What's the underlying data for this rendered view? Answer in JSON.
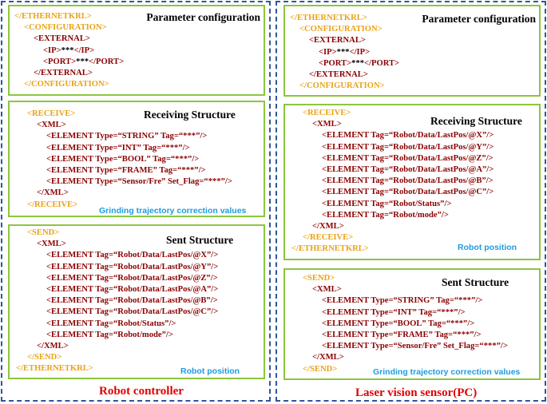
{
  "left": {
    "caption": "Robot controller",
    "param": {
      "title": "Parameter configuration",
      "lines": [
        [
          {
            "t": "</",
            "c": "o"
          },
          {
            "t": "ETHERNETKRL",
            "c": "o"
          },
          {
            "t": ">",
            "c": "o"
          }
        ],
        [
          {
            "t": "<CONFIGURATION>",
            "c": "o"
          }
        ],
        [
          {
            "t": "<EXTERNAL>",
            "c": "r"
          }
        ],
        [
          {
            "t": "<IP>",
            "c": "r"
          },
          {
            "t": "***",
            "c": "k"
          },
          {
            "t": "</IP>",
            "c": "r"
          }
        ],
        [
          {
            "t": "<PORT>",
            "c": "r"
          },
          {
            "t": "***",
            "c": "k"
          },
          {
            "t": "</PORT>",
            "c": "r"
          }
        ],
        [
          {
            "t": "</EXTERNAL>",
            "c": "r"
          }
        ],
        [
          {
            "t": "</CONFIGURATION>",
            "c": "o"
          }
        ]
      ]
    },
    "receive": {
      "title": "Receiving Structure",
      "note": "Grinding trajectory correction values",
      "lines": [
        [
          {
            "t": "<RECEIVE>",
            "c": "o"
          }
        ],
        [
          {
            "t": "<XML>",
            "c": "r"
          }
        ],
        [
          {
            "t": "<ELEMENT Type=“STRING” Tag=“***”/>",
            "c": "r"
          }
        ],
        [
          {
            "t": "<ELEMENT Type=“INT” Tag=“***”/>",
            "c": "r"
          }
        ],
        [
          {
            "t": "<ELEMENT Type=“BOOL” Tag=“***”/>",
            "c": "r"
          }
        ],
        [
          {
            "t": "<ELEMENT Type=“FRAME” Tag=“***”/>",
            "c": "r"
          }
        ],
        [
          {
            "t": "<ELEMENT Type=“Sensor/Fre” Set_Flag=“***”/>",
            "c": "r"
          }
        ],
        [
          {
            "t": "</XML>",
            "c": "r"
          }
        ],
        [
          {
            "t": "</RECEIVE>",
            "c": "o"
          }
        ]
      ]
    },
    "send": {
      "title": "Sent Structure",
      "note": "Robot position",
      "lines": [
        [
          {
            "t": "<SEND>",
            "c": "o"
          }
        ],
        [
          {
            "t": "<XML>",
            "c": "r"
          }
        ],
        [
          {
            "t": "<ELEMENT Tag=“Robot/Data/LastPos/@X”/>",
            "c": "r"
          }
        ],
        [
          {
            "t": "<ELEMENT Tag=“Robot/Data/LastPos/@Y”/>",
            "c": "r"
          }
        ],
        [
          {
            "t": "<ELEMENT Tag=“Robot/Data/LastPos/@Z”/>",
            "c": "r"
          }
        ],
        [
          {
            "t": "<ELEMENT Tag=“Robot/Data/LastPos/@A”/>",
            "c": "r"
          }
        ],
        [
          {
            "t": "<ELEMENT Tag=“Robot/Data/LastPos/@B”/>",
            "c": "r"
          }
        ],
        [
          {
            "t": "<ELEMENT Tag=“Robot/Data/LastPos/@C”/>",
            "c": "r"
          }
        ],
        [
          {
            "t": "<ELEMENT Tag=“Robot/Status”/>",
            "c": "r"
          }
        ],
        [
          {
            "t": "<ELEMENT Tag=“Robot/mode”/>",
            "c": "r"
          }
        ],
        [
          {
            "t": "</XML>",
            "c": "r"
          }
        ],
        [
          {
            "t": "</SEND>",
            "c": "o"
          }
        ],
        [
          {
            "t": "</ETHERNETKRL>",
            "c": "o"
          }
        ]
      ]
    }
  },
  "right": {
    "caption": "Laser vision sensor(PC)",
    "param": {
      "title": "Parameter configuration",
      "lines": [
        [
          {
            "t": "</ETHERNETKRL>",
            "c": "o"
          }
        ],
        [
          {
            "t": "<CONFIGURATION>",
            "c": "o"
          }
        ],
        [
          {
            "t": "<EXTERNAL>",
            "c": "r"
          }
        ],
        [
          {
            "t": "<IP>",
            "c": "r"
          },
          {
            "t": "***",
            "c": "k"
          },
          {
            "t": "</IP>",
            "c": "r"
          }
        ],
        [
          {
            "t": "<PORT>",
            "c": "r"
          },
          {
            "t": "***",
            "c": "k"
          },
          {
            "t": "</PORT>",
            "c": "r"
          }
        ],
        [
          {
            "t": "</EXTERNAL>",
            "c": "r"
          }
        ],
        [
          {
            "t": "</CONFIGURATION>",
            "c": "o"
          }
        ]
      ]
    },
    "receive": {
      "title": "Receiving Structure",
      "note": "Robot position",
      "lines": [
        [
          {
            "t": "<RECEIVE>",
            "c": "o"
          }
        ],
        [
          {
            "t": "<XML>",
            "c": "r"
          }
        ],
        [
          {
            "t": "<ELEMENT Tag=“Robot/Data/LastPos/@X”/>",
            "c": "r"
          }
        ],
        [
          {
            "t": "<ELEMENT Tag=“Robot/Data/LastPos/@Y”/>",
            "c": "r"
          }
        ],
        [
          {
            "t": "<ELEMENT Tag=“Robot/Data/LastPos/@Z”/>",
            "c": "r"
          }
        ],
        [
          {
            "t": "<ELEMENT Tag=“Robot/Data/LastPos/@A”/>",
            "c": "r"
          }
        ],
        [
          {
            "t": "<ELEMENT Tag=“Robot/Data/LastPos/@B”/>",
            "c": "r"
          }
        ],
        [
          {
            "t": "<ELEMENT Tag=“Robot/Data/LastPos/@C”/>",
            "c": "r"
          }
        ],
        [
          {
            "t": "<ELEMENT Tag=“Robot/Status”/>",
            "c": "r"
          }
        ],
        [
          {
            "t": "<ELEMENT Tag=“Robot/mode”/>",
            "c": "r"
          }
        ],
        [
          {
            "t": "</XML>",
            "c": "r"
          }
        ],
        [
          {
            "t": "</RECEIVE>",
            "c": "o"
          }
        ],
        [
          {
            "t": "</ETHERNETKRL>",
            "c": "o"
          }
        ]
      ]
    },
    "send": {
      "title": "Sent Structure",
      "note": "Grinding trajectory correction values",
      "lines": [
        [
          {
            "t": "<SEND>",
            "c": "o"
          }
        ],
        [
          {
            "t": "<XML>",
            "c": "r"
          }
        ],
        [
          {
            "t": "<ELEMENT Type=“STRING” Tag=“***”/>",
            "c": "r"
          }
        ],
        [
          {
            "t": "<ELEMENT Type=“INT” Tag=“***”/>",
            "c": "r"
          }
        ],
        [
          {
            "t": "<ELEMENT Type=“BOOL” Tag=“***”/>",
            "c": "r"
          }
        ],
        [
          {
            "t": "<ELEMENT Type=“FRAME” Tag=“***”/>",
            "c": "r"
          }
        ],
        [
          {
            "t": "<ELEMENT Type=“Sensor/Fre” Set_Flag=“***”/>",
            "c": "r"
          }
        ],
        [
          {
            "t": "</XML>",
            "c": "r"
          }
        ],
        [
          {
            "t": "</SEND>",
            "c": "o"
          }
        ]
      ]
    }
  }
}
